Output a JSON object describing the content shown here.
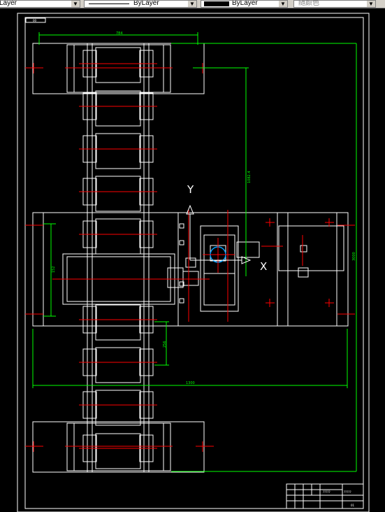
{
  "toolbar": {
    "layer_label": "Layer",
    "linetype_label": "ByLayer",
    "lineweight_label": "ByLayer",
    "color_label": "随颜色"
  },
  "drawing": {
    "frame_tag": "00",
    "dims": {
      "top_width": "784",
      "vertical_offset": "1082.4",
      "left_pitch": "152",
      "pitch": "256",
      "bottom_width": "1300",
      "overall_height": "3000"
    },
    "axis_x": "X",
    "axis_y": "Y",
    "title_block": {
      "name": "?????",
      "sub": "?????",
      "code": "01"
    }
  },
  "colors": {
    "line": "#ffffff",
    "dimension": "#00ff00",
    "center": "#ff0000",
    "hub": "#00a0ff",
    "background": "#000000"
  }
}
